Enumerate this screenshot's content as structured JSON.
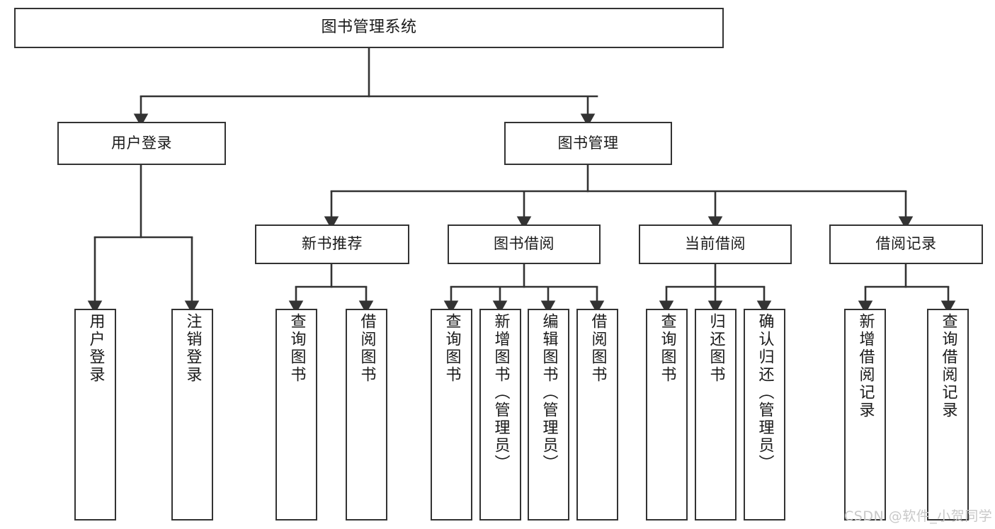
{
  "diagram": {
    "type": "tree",
    "title": "图书管理系统",
    "orientation": "top-down",
    "colors": {
      "box_border": "#333333",
      "box_fill": "#ffffff",
      "text": "#1a1a1a",
      "connector": "#333333",
      "watermark": "#c8c8c8",
      "background": "#ffffff"
    }
  },
  "watermark": {
    "text": "CSDN @软件_小贺同学"
  },
  "nodes": {
    "root": {
      "label": "图书管理系统",
      "level": 0,
      "text_direction": "horizontal"
    },
    "l1": [
      {
        "id": "user-login",
        "label": "用户登录",
        "level": 1,
        "text_direction": "horizontal"
      },
      {
        "id": "book-manage",
        "label": "图书管理",
        "level": 1,
        "text_direction": "horizontal"
      }
    ],
    "l2": [
      {
        "id": "new-book-rec",
        "label": "新书推荐",
        "level": 2,
        "parent": "book-manage",
        "text_direction": "horizontal"
      },
      {
        "id": "book-borrow",
        "label": "图书借阅",
        "level": 2,
        "parent": "book-manage",
        "text_direction": "horizontal"
      },
      {
        "id": "current-borrow",
        "label": "当前借阅",
        "level": 2,
        "parent": "book-manage",
        "text_direction": "horizontal"
      },
      {
        "id": "borrow-record",
        "label": "借阅记录",
        "level": 2,
        "parent": "book-manage",
        "text_direction": "horizontal"
      }
    ],
    "leaves": [
      {
        "id": "leaf-user-login",
        "label": "用户登录",
        "parent": "user-login",
        "text_direction": "vertical"
      },
      {
        "id": "leaf-user-logout",
        "label": "注销登录",
        "parent": "user-login",
        "text_direction": "vertical"
      },
      {
        "id": "leaf-rec-query-book",
        "label": "查询图书",
        "parent": "new-book-rec",
        "text_direction": "vertical"
      },
      {
        "id": "leaf-rec-borrow-book",
        "label": "借阅图书",
        "parent": "new-book-rec",
        "text_direction": "vertical"
      },
      {
        "id": "leaf-borrow-query-book",
        "label": "查询图书",
        "parent": "book-borrow",
        "text_direction": "vertical"
      },
      {
        "id": "leaf-borrow-add-book",
        "label": "新增图书（管理员）",
        "parent": "book-borrow",
        "text_direction": "vertical"
      },
      {
        "id": "leaf-borrow-edit-book",
        "label": "编辑图书（管理员）",
        "parent": "book-borrow",
        "text_direction": "vertical"
      },
      {
        "id": "leaf-borrow-borrow-book",
        "label": "借阅图书",
        "parent": "book-borrow",
        "text_direction": "vertical"
      },
      {
        "id": "leaf-current-query-book",
        "label": "查询图书",
        "parent": "current-borrow",
        "text_direction": "vertical"
      },
      {
        "id": "leaf-current-return-book",
        "label": "归还图书",
        "parent": "current-borrow",
        "text_direction": "vertical"
      },
      {
        "id": "leaf-current-confirm-return",
        "label": "确认归还（管理员）",
        "parent": "current-borrow",
        "text_direction": "vertical"
      },
      {
        "id": "leaf-record-add",
        "label": "新增借阅记录",
        "parent": "borrow-record",
        "text_direction": "vertical"
      },
      {
        "id": "leaf-record-query",
        "label": "查询借阅记录",
        "parent": "borrow-record",
        "text_direction": "vertical"
      }
    ]
  }
}
